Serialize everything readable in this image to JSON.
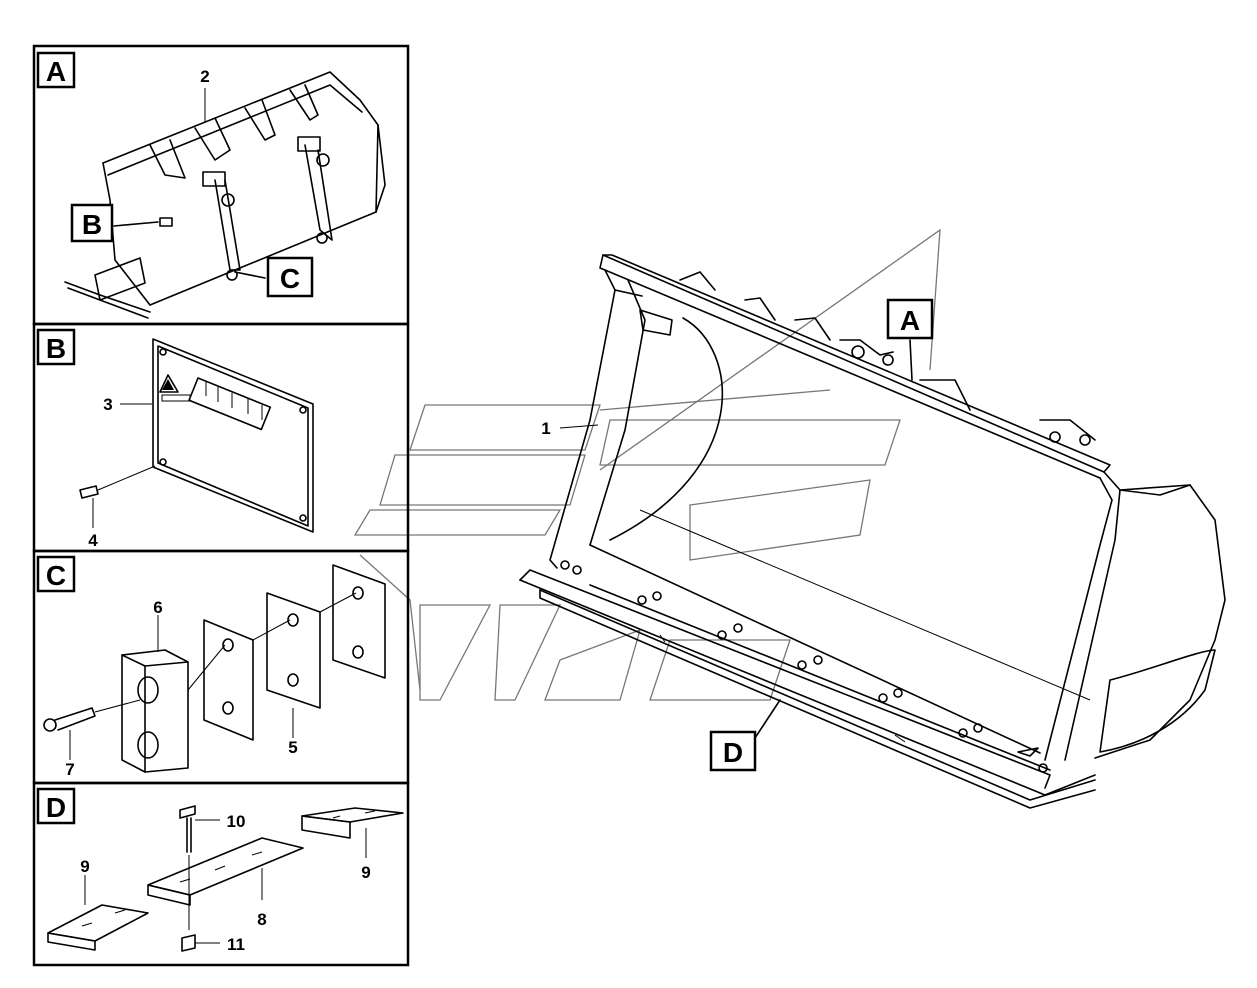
{
  "panels": {
    "A": {
      "label": "A"
    },
    "B": {
      "label": "B"
    },
    "C": {
      "label": "C"
    },
    "D": {
      "label": "D"
    }
  },
  "callouts": {
    "main_A": "A",
    "main_D": "D",
    "detail_B": "B",
    "detail_C": "C"
  },
  "parts": {
    "p1": "1",
    "p2": "2",
    "p3": "3",
    "p4": "4",
    "p5": "5",
    "p6": "6",
    "p7": "7",
    "p8": "8",
    "p9a": "9",
    "p9b": "9",
    "p10": "10",
    "p11": "11"
  },
  "icons": {
    "plate_logo": "sdlg-logo-icon",
    "watermark": "brand-watermark-icon"
  }
}
